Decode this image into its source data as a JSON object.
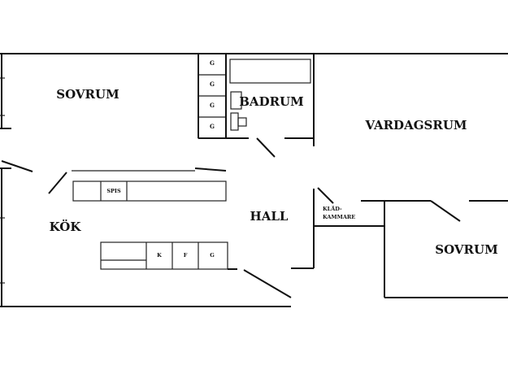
{
  "rooms": {
    "bedroom_1": "SOVRUM",
    "bathroom": "BADRUM",
    "living_room": "VARDAGSRUM",
    "kitchen": "KÖK",
    "hall": "HALL",
    "closet_line1": "KLÄD-",
    "closet_line2": "KAMMARE",
    "bedroom_2": "SOVRUM"
  },
  "fixtures": {
    "cabinets": [
      "G",
      "G",
      "G",
      "G"
    ],
    "stove": "SPIS",
    "kitchen_units": [
      "K",
      "F",
      "G"
    ]
  }
}
